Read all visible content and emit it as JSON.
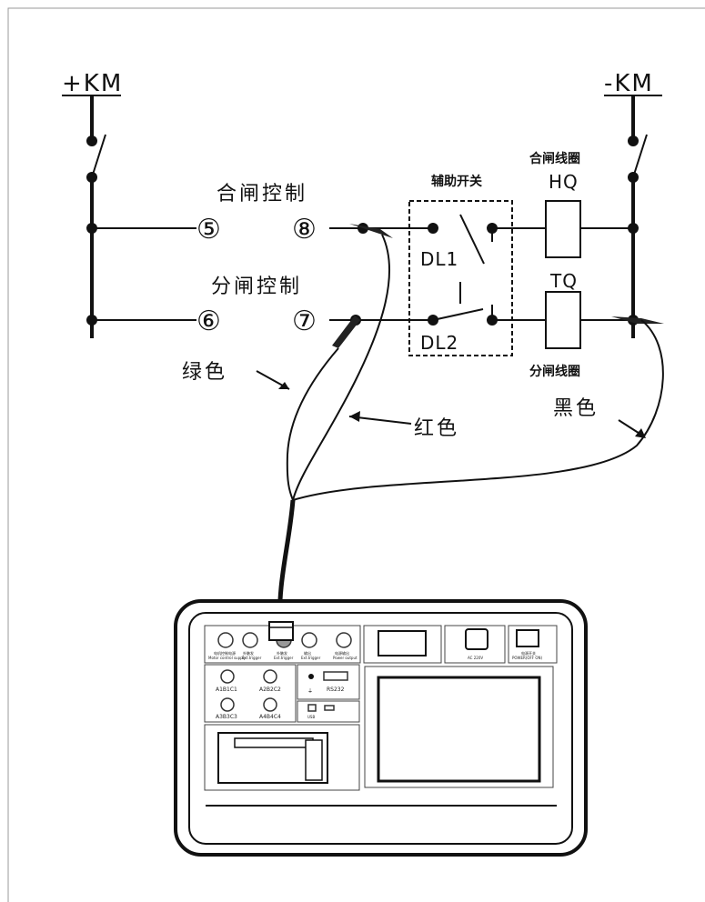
{
  "diagram": {
    "positive_bus": "+KM",
    "negative_bus": "-KM",
    "close_control": "合闸控制",
    "open_control": "分闸控制",
    "aux_switch": "辅助开关",
    "close_coil_title": "合闸线圈",
    "close_coil": "HQ",
    "trip_coil": "TQ",
    "trip_coil_title": "分闸线圈",
    "dl1": "DL1",
    "dl2": "DL2",
    "terminals": [
      "⑤",
      "⑧",
      "⑥",
      "⑦"
    ],
    "wire_green": "绿色",
    "wire_red": "红色",
    "wire_black": "黑色"
  },
  "instrument": {
    "port_labels": [
      "电机控制电源",
      "外触发",
      "外触发",
      "输出",
      "电源输出"
    ],
    "port_labels_sub": [
      "Motor control supply",
      "Ext.trigger",
      "Ext.trigger",
      "Ext.trigger",
      "Power output"
    ],
    "channels": [
      "A1B1C1",
      "A2B2C2",
      "A3B3C3",
      "A4B4C4"
    ],
    "rs232": "RS232",
    "usb": "USB",
    "ac": "AC 220V",
    "power": "电源开关",
    "power_sub": "POWER(OFF ON)"
  },
  "colors": {
    "line": "#111111",
    "background": "#ffffff"
  }
}
